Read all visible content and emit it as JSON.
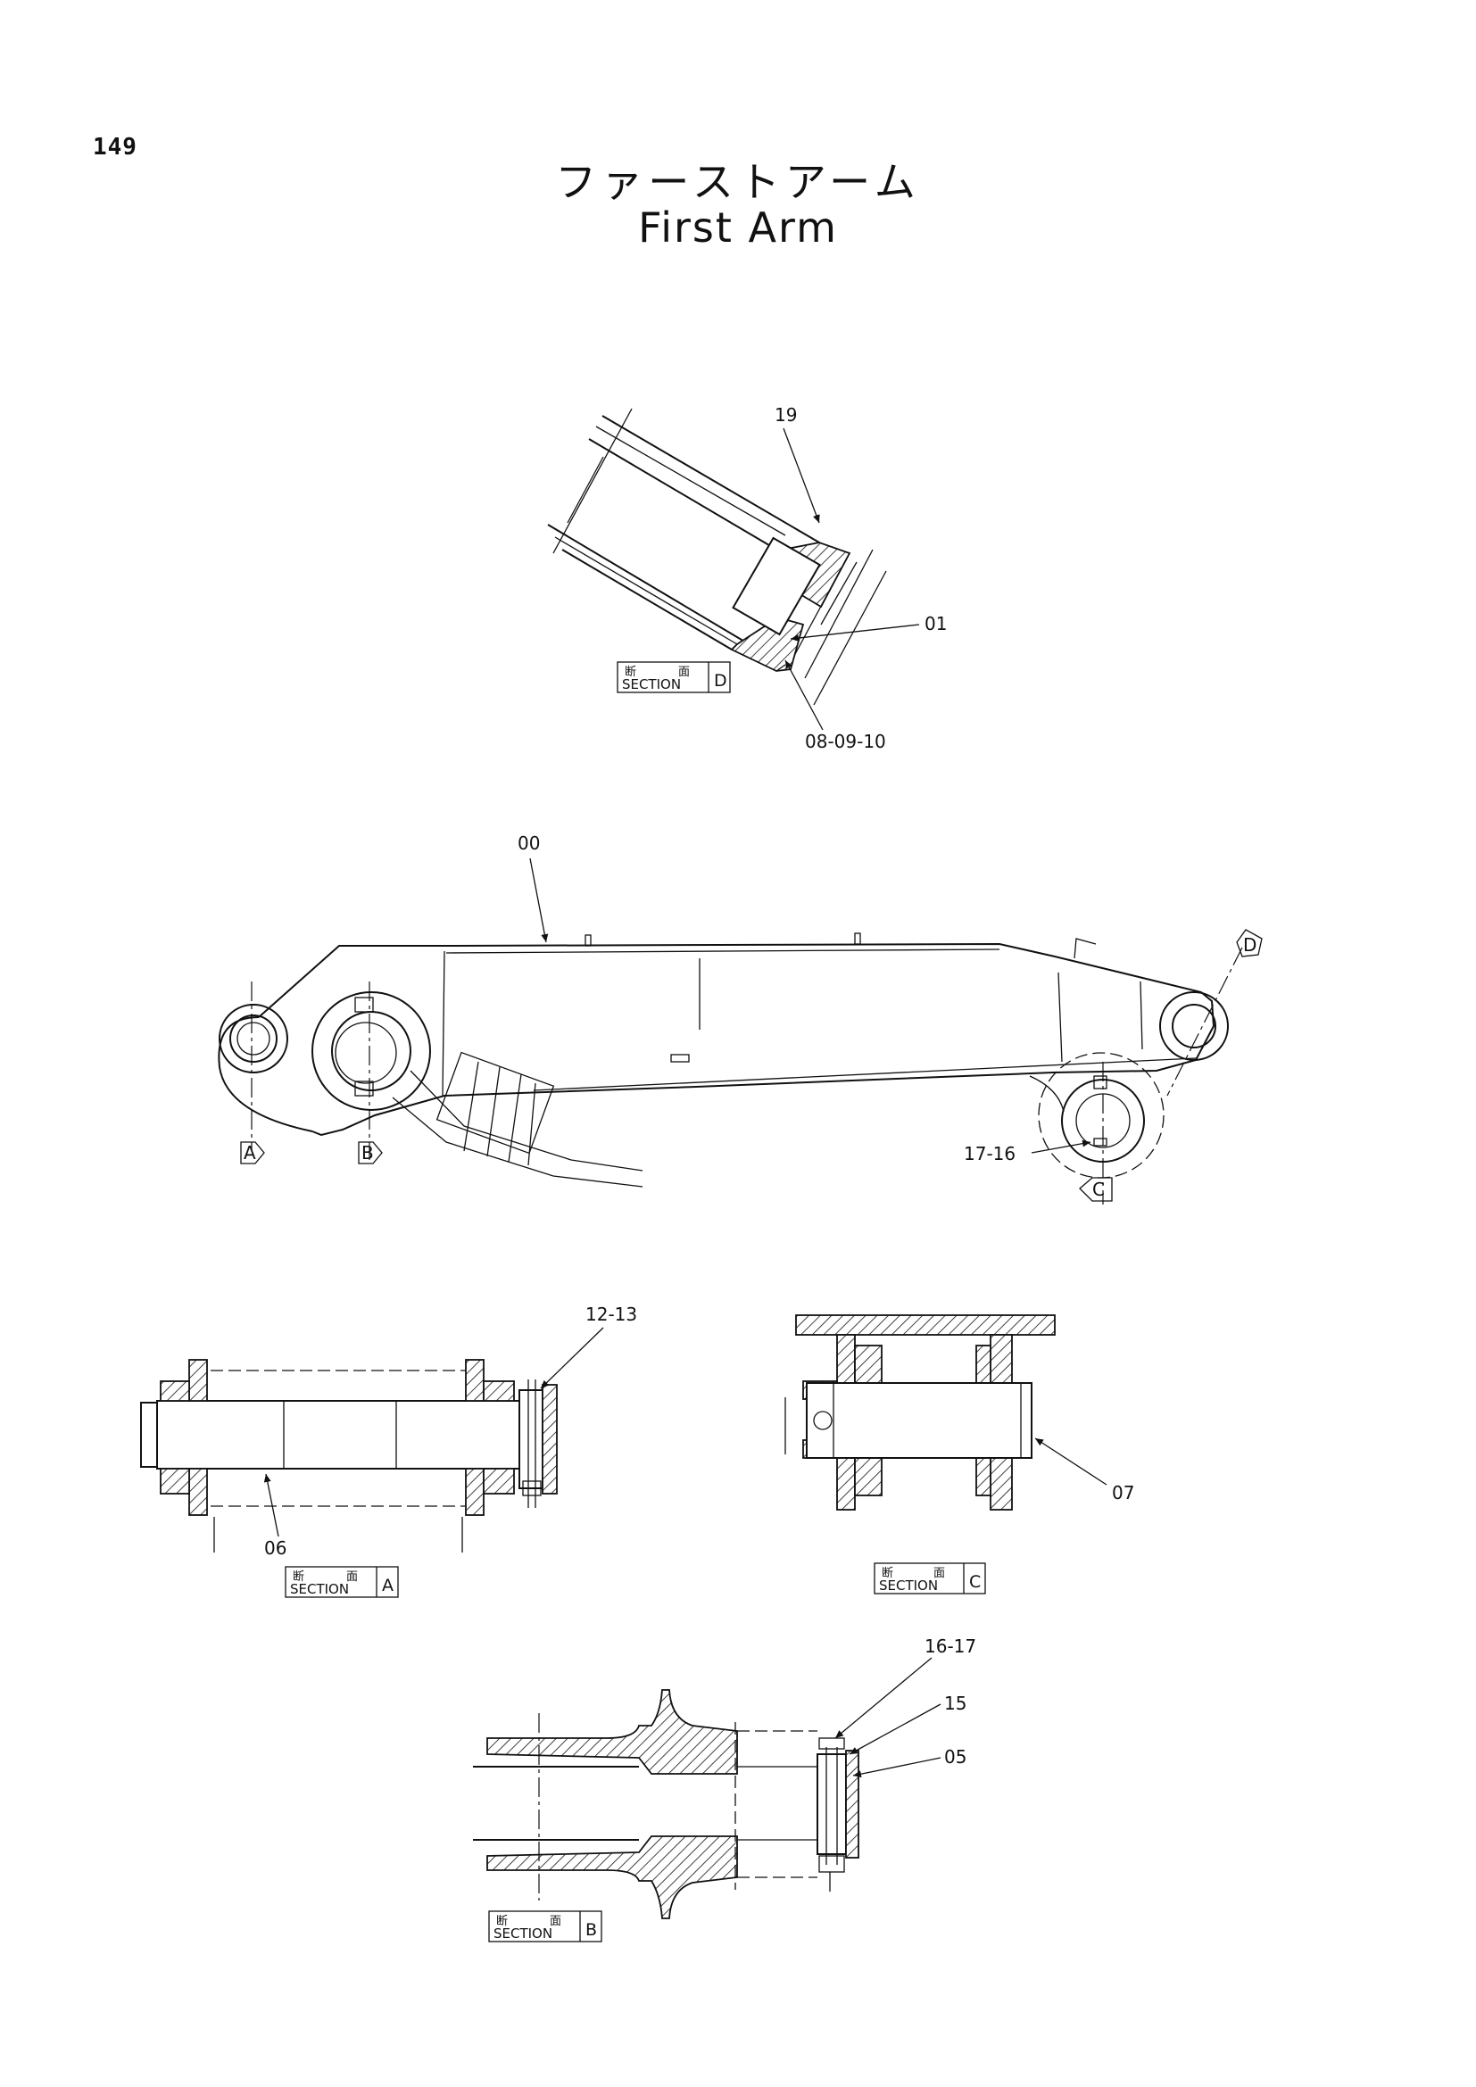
{
  "page": {
    "page_number": "149",
    "title_ja": "ファーストアーム",
    "title_en": "First Arm"
  },
  "section_tag": {
    "kanji_1": "断",
    "kanji_2": "面",
    "word": "SECTION"
  },
  "sections": {
    "d": {
      "letter": "D"
    },
    "a": {
      "letter": "A"
    },
    "c": {
      "letter": "C"
    },
    "b": {
      "letter": "B"
    }
  },
  "callouts": {
    "c19": "19",
    "c01": "01",
    "c080910": "08-09-10",
    "c00": "00",
    "c1716": "17-16",
    "c1213": "12-13",
    "c06": "06",
    "c07": "07",
    "c1617": "16-17",
    "c15": "15",
    "c05": "05"
  },
  "view_markers": {
    "a": "A",
    "b": "B",
    "c": "C",
    "d": "D"
  }
}
